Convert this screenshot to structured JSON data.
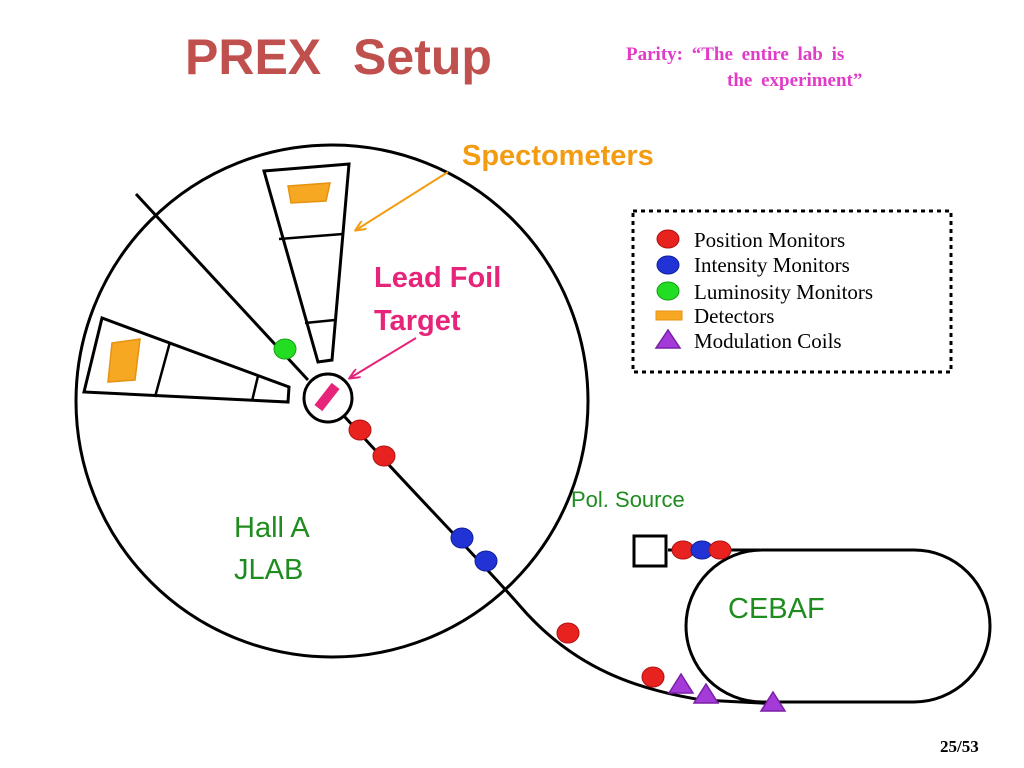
{
  "slide": {
    "title": "PREX   Setup",
    "note_line1": "Parity:  “The  entire  lab  is",
    "note_line2": "the  experiment”",
    "page_number": "25/53"
  },
  "diagram": {
    "spectrometers_label": "Spectometers",
    "target_label_line1": "Lead  Foil",
    "target_label_line2": "Target",
    "hall_label_line1": "Hall  A",
    "hall_label_line2": "JLAB",
    "source_label": "Pol. Source",
    "accelerator_label": "CEBAF"
  },
  "legend": {
    "items": [
      {
        "label": "Position Monitors",
        "symbol": "red-dot"
      },
      {
        "label": "Intensity Monitors",
        "symbol": "blue-dot"
      },
      {
        "label": "Luminosity Monitors",
        "symbol": "green-dot"
      },
      {
        "label": "Detectors",
        "symbol": "orange-bar"
      },
      {
        "label": "Modulation Coils",
        "symbol": "purple-triangle"
      }
    ]
  },
  "colors": {
    "title": "#c0504d",
    "note": "#e03cc8",
    "position_monitor": "#e8231f",
    "intensity_monitor": "#2233d6",
    "luminosity_monitor": "#22dd22",
    "detector": "#f7a823",
    "modulation_coil": "#a43ad8",
    "target": "#e6247a",
    "spectrometer_label": "#f39c12",
    "hall_label": "#1e8c1e"
  }
}
